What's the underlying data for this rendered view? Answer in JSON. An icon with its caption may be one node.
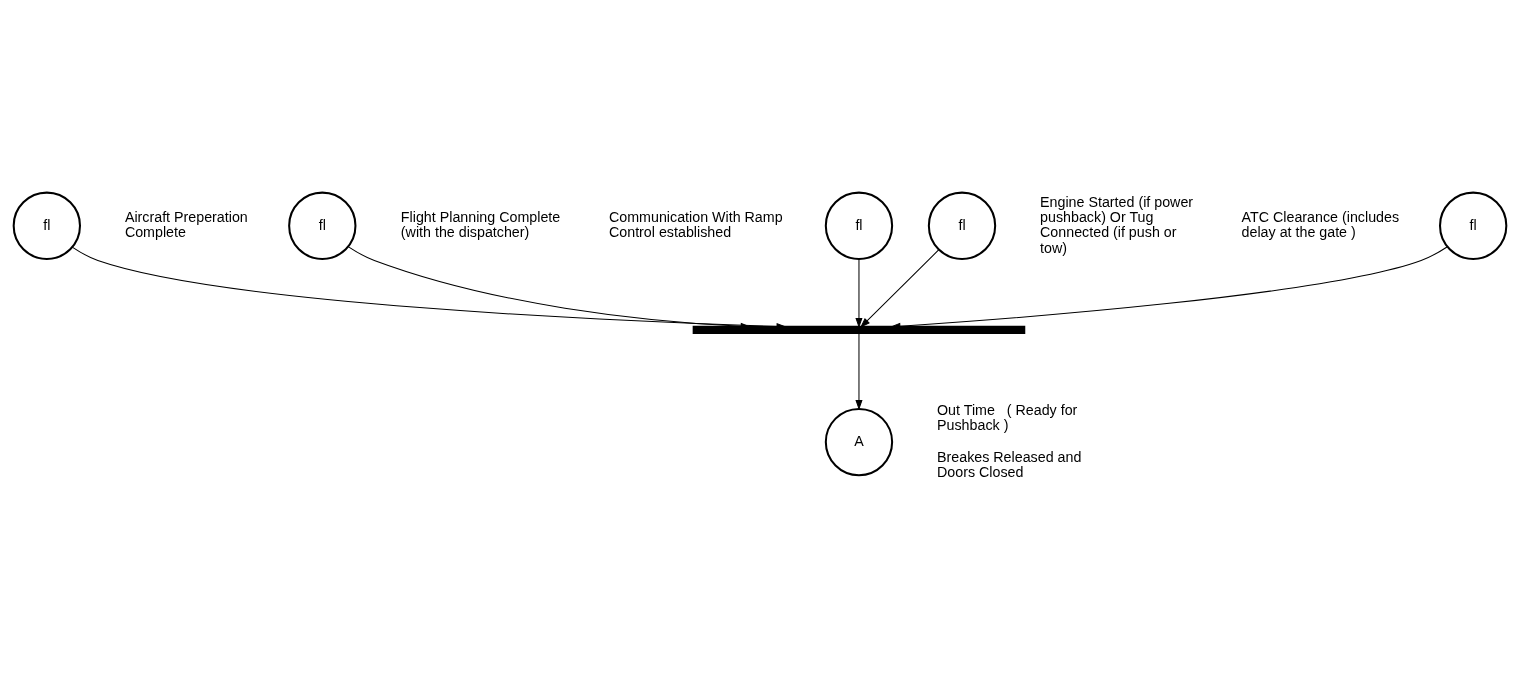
{
  "diagram": {
    "nodes": [
      {
        "text": [
          "fl"
        ],
        "beside": [
          "ATC Clearance (includes delay at the gate )"
        ]
      },
      {
        "text": [
          "fl"
        ],
        "beside": [
          "Aircraft Preperation Complete"
        ]
      },
      {
        "text": [
          "fl"
        ],
        "beside": [
          "Flight Planning Complete (with the dispatcher)"
        ]
      },
      {
        "text": [
          "fl"
        ],
        "beside": [
          "Communication With Ramp Control established"
        ]
      },
      {
        "text": [
          "fl"
        ],
        "beside": [
          "Engine Started (if power pushback) Or Tug Connected (if push or tow)"
        ]
      },
      {
        "text": [],
        "shape": "bar"
      },
      {
        "text": [
          "A"
        ],
        "beside": [
          "Out Time   ( Ready for Pushback )",
          "Breakes Released and Doors Closed"
        ]
      }
    ],
    "edges": [
      {
        "from": 3,
        "to": 5,
        "arrow": "to"
      },
      {
        "from": 0,
        "to": 5,
        "arrow": "to"
      },
      {
        "from": 1,
        "to": 5,
        "arrow": "to"
      },
      {
        "from": 2,
        "to": 5,
        "arrow": "to"
      },
      {
        "from": 4,
        "to": 5,
        "arrow": "to"
      },
      {
        "from": 5,
        "to": 6,
        "arrow": "to"
      }
    ]
  }
}
